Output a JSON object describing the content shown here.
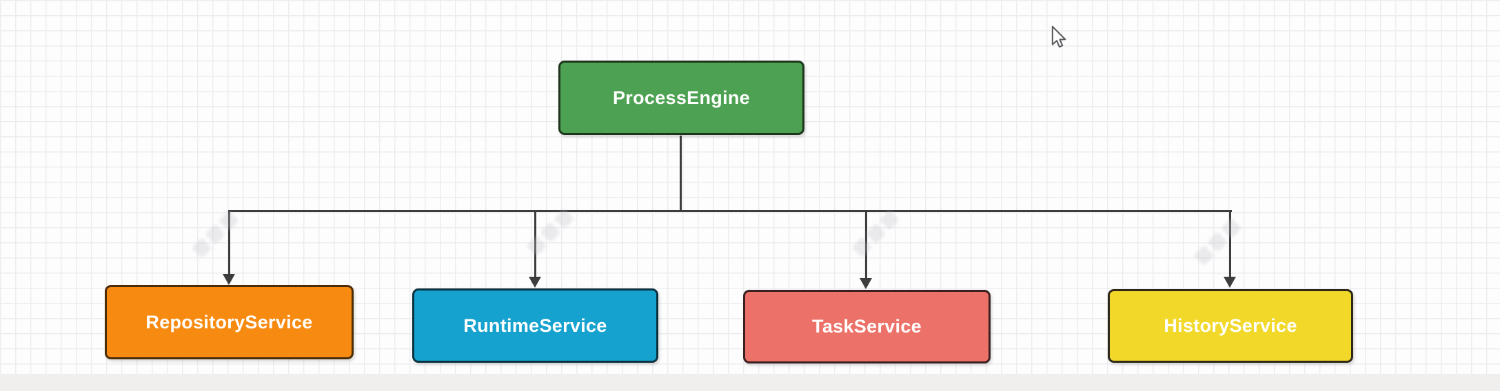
{
  "canvas": {
    "background": "#fdfdfd",
    "grid_line_color": "#ededf0",
    "bottom_strip_color": "#f0efed",
    "connector_color": "#3d3d3d"
  },
  "diagram": {
    "root": {
      "label": "ProcessEngine",
      "fill": "#4da152",
      "border": "#1e361c",
      "text_color": "#ffffff"
    },
    "children": [
      {
        "label": "RepositoryService",
        "fill": "#f78a10",
        "border": "#4a2c06",
        "text_color": "#ffffff"
      },
      {
        "label": "RuntimeService",
        "fill": "#16a2cf",
        "border": "#0c3240",
        "text_color": "#ffffff"
      },
      {
        "label": "TaskService",
        "fill": "#ec7168",
        "border": "#3a2020",
        "text_color": "#ffffff"
      },
      {
        "label": "HistoryService",
        "fill": "#f2d829",
        "border": "#2e2818",
        "text_color": "#ffffff"
      }
    ]
  },
  "cursor": {
    "icon": "arrow-pointer"
  }
}
